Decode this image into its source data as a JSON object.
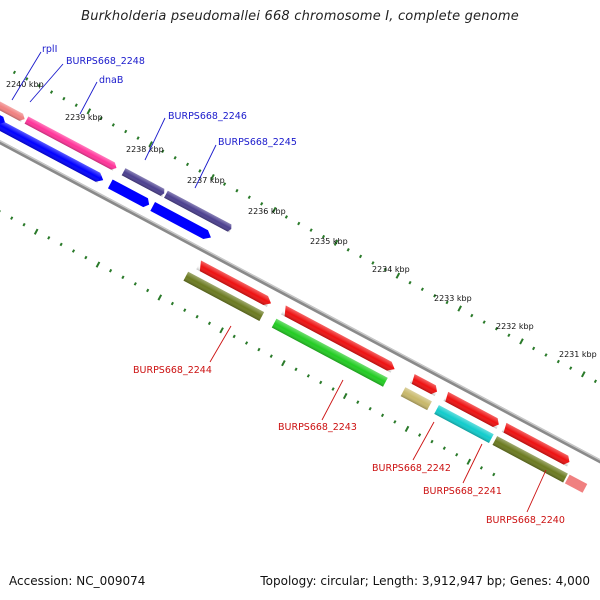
{
  "title": "Burkholderia pseudomallei 668 chromosome I, complete genome",
  "footer": {
    "accession": "Accession: NC_009074",
    "summary": "Topology: circular; Length: 3,912,947 bp; Genes: 4,000"
  },
  "ticks": [
    "2240 kbp",
    "2239 kbp",
    "2238 kbp",
    "2237 kbp",
    "2236 kbp",
    "2235 kbp",
    "2234 kbp",
    "2233 kbp",
    "2232 kbp",
    "2231 kbp"
  ],
  "colors": {
    "backbone": "#8a8a8a",
    "tick_green": "#2a7a2a",
    "label_blue": "#1a1acc",
    "label_red": "#cc1111"
  },
  "genes_upper": [
    {
      "label": "rplI",
      "color": "#f08080"
    },
    {
      "label": "BURPS668_2248",
      "color": "#ff3399"
    },
    {
      "label": "dnaB",
      "color": "#0000ff"
    },
    {
      "label": "BURPS668_2246",
      "color": "#4b3f8f"
    },
    {
      "label": "BURPS668_2245",
      "color": "#4b3f8f"
    }
  ],
  "genes_lower": [
    {
      "label": "BURPS668_2244",
      "color": "#6b7a20"
    },
    {
      "label": "BURPS668_2243",
      "color": "#22cc22"
    },
    {
      "label": "BURPS668_2242",
      "color": "#c8b86a"
    },
    {
      "label": "BURPS668_2241",
      "color": "#11cccc"
    },
    {
      "label": "BURPS668_2240",
      "color": "#ee1111"
    }
  ]
}
